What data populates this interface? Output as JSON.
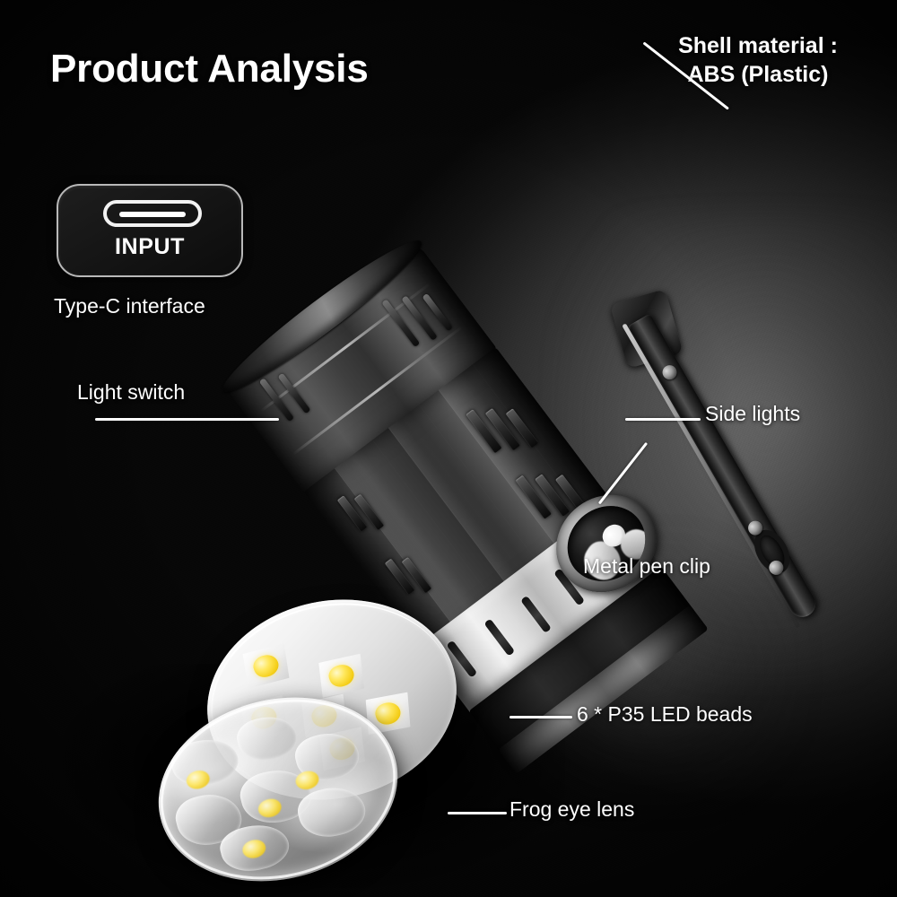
{
  "header": {
    "title": "Product Analysis"
  },
  "badge": {
    "port_icon": "usb-type-c-port-icon",
    "input_label": "INPUT",
    "caption": "Type-C interface"
  },
  "annotations": [
    {
      "id": "shell-material",
      "text_line_1": "Shell material :",
      "text_line_2": "ABS (Plastic)",
      "leader": "diagonal-down-left",
      "bold": true
    },
    {
      "id": "light-switch",
      "text": "Light switch",
      "leader": "horizontal-right"
    },
    {
      "id": "side-lights",
      "text": "Side lights",
      "leader": "horizontal-left"
    },
    {
      "id": "metal-pen-clip",
      "text": "Metal pen clip",
      "leader": "diagonal-up-right"
    },
    {
      "id": "led-beads",
      "text": "6 * P35 LED beads",
      "leader": "horizontal-left"
    },
    {
      "id": "frog-eye-lens",
      "text": "Frog eye lens",
      "leader": "horizontal-left"
    }
  ],
  "product": {
    "name": "compact-led-flashlight",
    "led_bead_count": 6,
    "led_bead_type": "P35",
    "shell_material": "ABS (Plastic)",
    "charge_port": "Type-C"
  },
  "colors": {
    "background_dark": "#0a0a0a",
    "background_light_gray": "#4a4a4a",
    "text": "#ffffff",
    "led_yellow": "#ffe75c",
    "metal_silver": "#f1f1f1",
    "body_dark_gray": "#2b2b2b"
  }
}
